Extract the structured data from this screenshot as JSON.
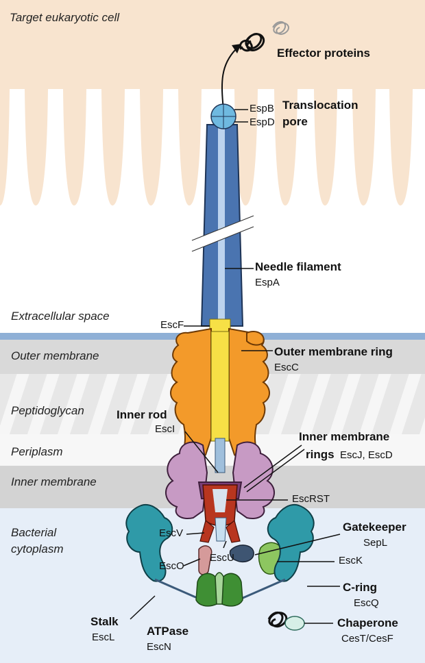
{
  "regions": {
    "target_cell": "Target eukaryotic cell",
    "extracellular": "Extracellular space",
    "outer_membrane": "Outer membrane",
    "peptidoglycan": "Peptidoglycan",
    "periplasm": "Periplasm",
    "inner_membrane": "Inner membrane",
    "cytoplasm_line1": "Bacterial",
    "cytoplasm_line2": "cytoplasm"
  },
  "labels": {
    "effector": "Effector proteins",
    "espb": "EspB",
    "espd": "EspD",
    "translocation": "Translocation",
    "pore": "pore",
    "needle_title": "Needle filament",
    "needle_sub": "EspA",
    "escf": "EscF",
    "omring_title": "Outer membrane ring",
    "omring_sub": "EscC",
    "innerrod_title": "Inner rod",
    "innerrod_sub": "EscI",
    "imrings_title": "Inner membrane",
    "imrings_title2": "rings",
    "imrings_sub": "EscJ, EscD",
    "escrst": "EscRST",
    "gatekeeper_title": "Gatekeeper",
    "gatekeeper_sub": "SepL",
    "escv": "EscV",
    "esco": "EscO",
    "escu": "EscU",
    "esck": "EscK",
    "cring_title": "C-ring",
    "cring_sub": "EscQ",
    "stalk_title": "Stalk",
    "stalk_sub": "EscL",
    "atpase_title": "ATPase",
    "atpase_sub": "EscN",
    "chaperone_title": "Chaperone",
    "chaperone_sub": "CesT/CesF"
  },
  "colors": {
    "target_cell": "#f8e4cf",
    "membrane_grey": "#d9d9d9",
    "outer_membrane_line": "#8fb0d6",
    "cytoplasm": "#e6eef8",
    "needle": "#4a74b0",
    "outer_ring": "#f39a2a",
    "inner_rod": "#f7e046",
    "inner_ring": "#c79ac4",
    "c_ring": "#2f9aa8",
    "atpase": "#3f8f34",
    "export_gate": "#b8361f"
  }
}
